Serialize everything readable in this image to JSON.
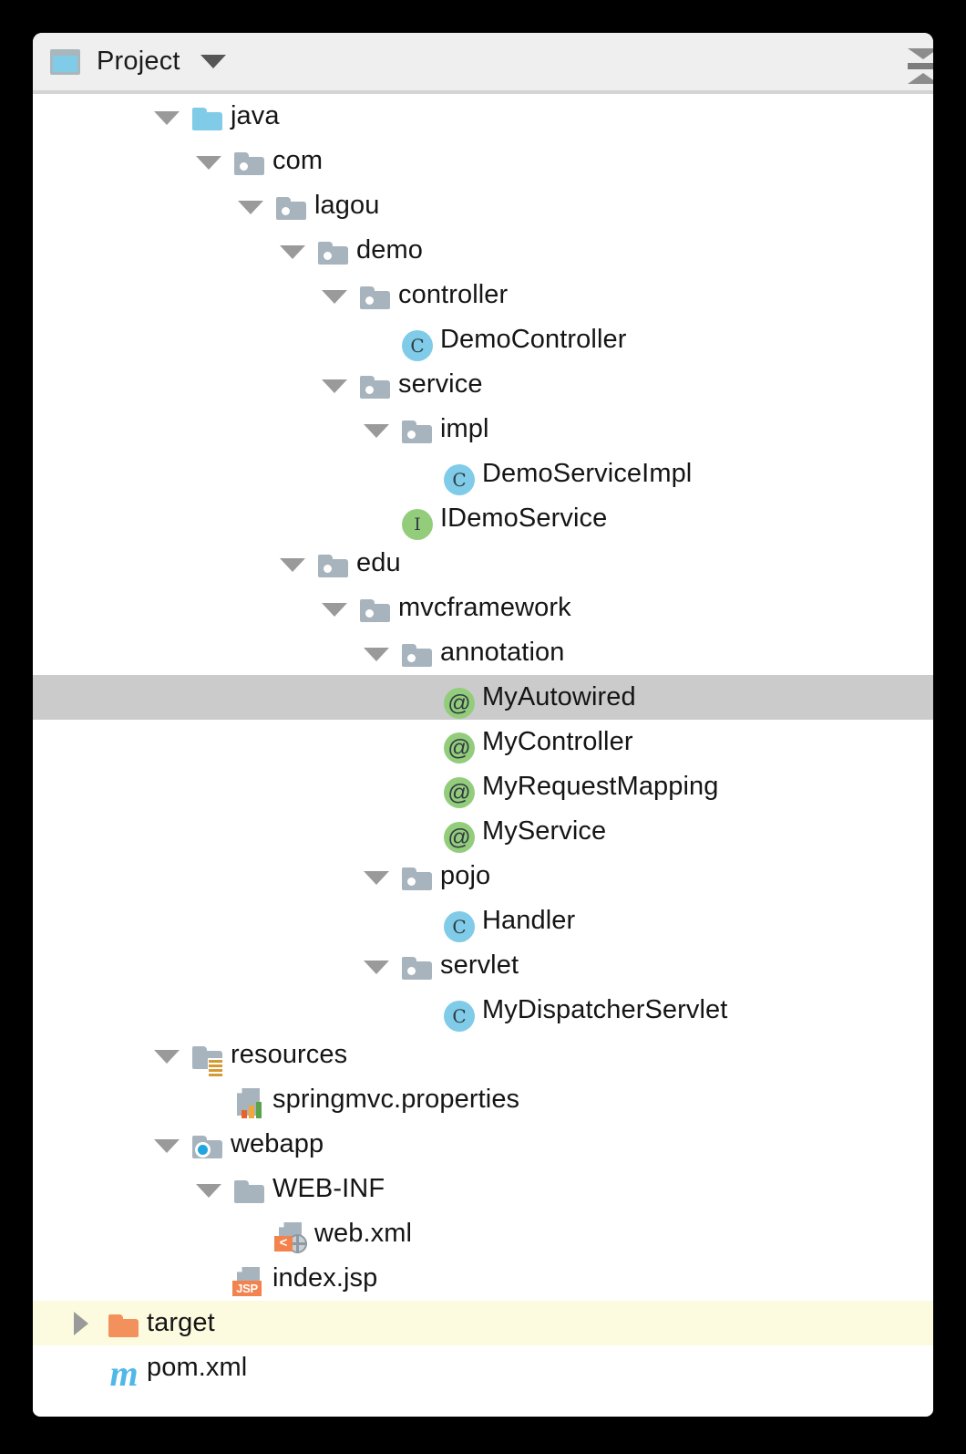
{
  "window": {
    "title": "Project",
    "icon": "project-window-icon",
    "caret": "chevron-down-icon",
    "tools_icon": "collapse-expand-icon"
  },
  "colors": {
    "panel_bg": "#ffffff",
    "header_bg": "#efefef",
    "selection": "#cbcbcb",
    "highlight_row": "#fcfbdf",
    "folder_blue": "#7fcbe8",
    "folder_gray": "#a7b4bd",
    "folder_orange": "#f3915c",
    "class_icon": "#7fcbe8",
    "interface_icon": "#93cd7c",
    "annotation_icon": "#93cd7c",
    "maven_icon": "#4fb8e8",
    "text": "#151515"
  },
  "tree": {
    "rows": [
      {
        "label": "java",
        "depth": 3,
        "twisty": "open",
        "icon": "folder-blue",
        "icon_name": "source-folder-icon",
        "state": "normal"
      },
      {
        "label": "com",
        "depth": 4,
        "twisty": "open",
        "icon": "folder-package",
        "icon_name": "package-folder-icon",
        "state": "normal"
      },
      {
        "label": "lagou",
        "depth": 5,
        "twisty": "open",
        "icon": "folder-package",
        "icon_name": "package-folder-icon",
        "state": "normal"
      },
      {
        "label": "demo",
        "depth": 6,
        "twisty": "open",
        "icon": "folder-package",
        "icon_name": "package-folder-icon",
        "state": "normal"
      },
      {
        "label": "controller",
        "depth": 7,
        "twisty": "open",
        "icon": "folder-package",
        "icon_name": "package-folder-icon",
        "state": "normal"
      },
      {
        "label": "DemoController",
        "depth": 8,
        "twisty": "none",
        "icon": "class",
        "icon_name": "java-class-icon",
        "state": "normal",
        "glyph": "C"
      },
      {
        "label": "service",
        "depth": 7,
        "twisty": "open",
        "icon": "folder-package",
        "icon_name": "package-folder-icon",
        "state": "normal"
      },
      {
        "label": "impl",
        "depth": 8,
        "twisty": "open",
        "icon": "folder-package",
        "icon_name": "package-folder-icon",
        "state": "normal"
      },
      {
        "label": "DemoServiceImpl",
        "depth": 9,
        "twisty": "none",
        "icon": "class",
        "icon_name": "java-class-icon",
        "state": "normal",
        "glyph": "C"
      },
      {
        "label": "IDemoService",
        "depth": 8,
        "twisty": "none",
        "icon": "interface",
        "icon_name": "java-interface-icon",
        "state": "normal",
        "glyph": "I"
      },
      {
        "label": "edu",
        "depth": 6,
        "twisty": "open",
        "icon": "folder-package",
        "icon_name": "package-folder-icon",
        "state": "normal"
      },
      {
        "label": "mvcframework",
        "depth": 7,
        "twisty": "open",
        "icon": "folder-package",
        "icon_name": "package-folder-icon",
        "state": "normal"
      },
      {
        "label": "annotation",
        "depth": 8,
        "twisty": "open",
        "icon": "folder-package",
        "icon_name": "package-folder-icon",
        "state": "normal"
      },
      {
        "label": "MyAutowired",
        "depth": 9,
        "twisty": "none",
        "icon": "annotation",
        "icon_name": "java-annotation-icon",
        "state": "selected",
        "glyph": "@"
      },
      {
        "label": "MyController",
        "depth": 9,
        "twisty": "none",
        "icon": "annotation",
        "icon_name": "java-annotation-icon",
        "state": "normal",
        "glyph": "@"
      },
      {
        "label": "MyRequestMapping",
        "depth": 9,
        "twisty": "none",
        "icon": "annotation",
        "icon_name": "java-annotation-icon",
        "state": "normal",
        "glyph": "@"
      },
      {
        "label": "MyService",
        "depth": 9,
        "twisty": "none",
        "icon": "annotation",
        "icon_name": "java-annotation-icon",
        "state": "normal",
        "glyph": "@"
      },
      {
        "label": "pojo",
        "depth": 8,
        "twisty": "open",
        "icon": "folder-package",
        "icon_name": "package-folder-icon",
        "state": "normal"
      },
      {
        "label": "Handler",
        "depth": 9,
        "twisty": "none",
        "icon": "class",
        "icon_name": "java-class-icon",
        "state": "normal",
        "glyph": "C"
      },
      {
        "label": "servlet",
        "depth": 8,
        "twisty": "open",
        "icon": "folder-package",
        "icon_name": "package-folder-icon",
        "state": "normal"
      },
      {
        "label": "MyDispatcherServlet",
        "depth": 9,
        "twisty": "none",
        "icon": "class",
        "icon_name": "java-class-icon",
        "state": "normal",
        "glyph": "C"
      },
      {
        "label": "resources",
        "depth": 3,
        "twisty": "open",
        "icon": "folder-resources",
        "icon_name": "resources-folder-icon",
        "state": "normal"
      },
      {
        "label": "springmvc.properties",
        "depth": 4,
        "twisty": "none",
        "icon": "properties-file",
        "icon_name": "properties-file-icon",
        "state": "normal"
      },
      {
        "label": "webapp",
        "depth": 3,
        "twisty": "open",
        "icon": "folder-web",
        "icon_name": "web-folder-icon",
        "state": "normal"
      },
      {
        "label": "WEB-INF",
        "depth": 4,
        "twisty": "open",
        "icon": "folder-plain",
        "icon_name": "folder-icon",
        "state": "normal"
      },
      {
        "label": "web.xml",
        "depth": 5,
        "twisty": "none",
        "icon": "web-xml-file",
        "icon_name": "web-xml-file-icon",
        "state": "normal",
        "badge": "<"
      },
      {
        "label": "index.jsp",
        "depth": 4,
        "twisty": "none",
        "icon": "jsp-file",
        "icon_name": "jsp-file-icon",
        "state": "normal",
        "badge": "JSP"
      },
      {
        "label": "target",
        "depth": 1,
        "twisty": "closed",
        "icon": "folder-orange",
        "icon_name": "excluded-folder-icon",
        "state": "highlight"
      },
      {
        "label": "pom.xml",
        "depth": 1,
        "twisty": "none",
        "icon": "maven",
        "icon_name": "maven-pom-icon",
        "state": "normal"
      }
    ]
  }
}
